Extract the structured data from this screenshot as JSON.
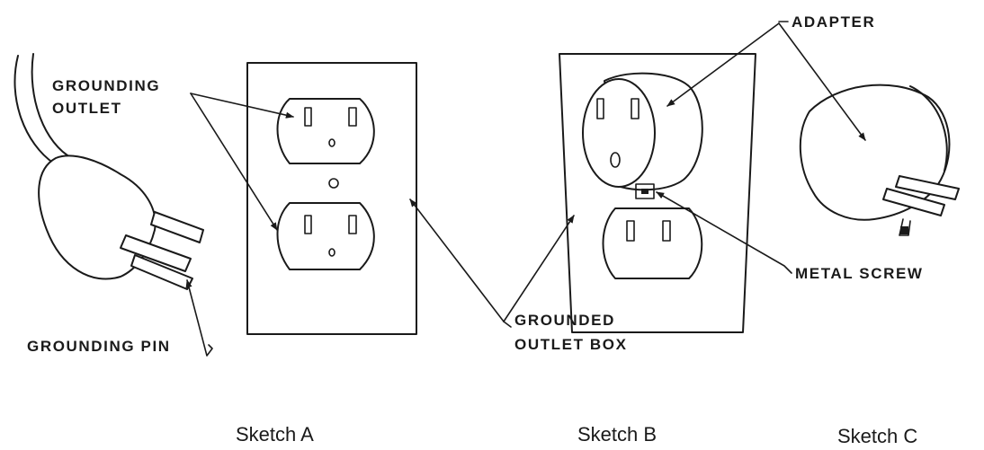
{
  "labels": {
    "grounding_outlet_line1": "GROUNDING",
    "grounding_outlet_line2": "OUTLET",
    "grounding_pin": "GROUNDING PIN",
    "grounded_outlet_box_line1": "GROUNDED",
    "grounded_outlet_box_line2": "OUTLET BOX",
    "adapter": "ADAPTER",
    "metal_screw": "METAL SCREW"
  },
  "captions": {
    "sketch_a": "Sketch A",
    "sketch_b": "Sketch B",
    "sketch_c": "Sketch C"
  }
}
